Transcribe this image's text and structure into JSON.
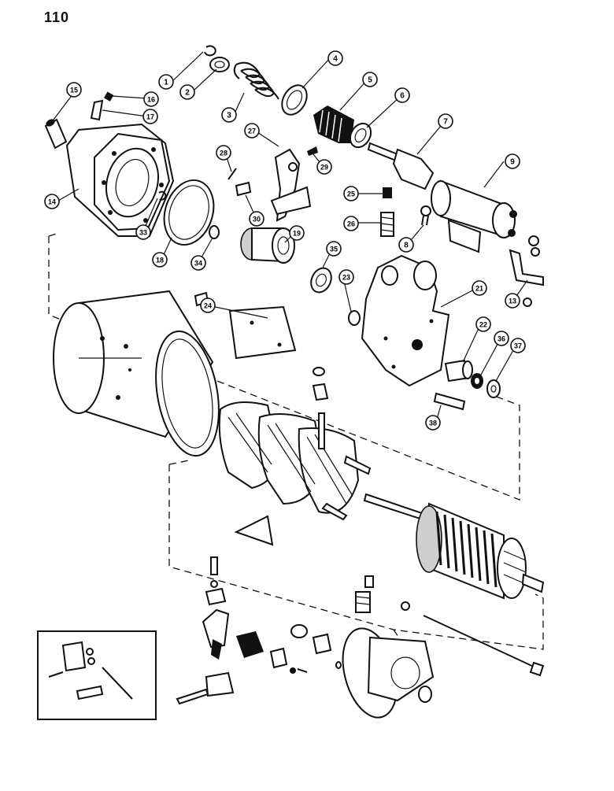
{
  "page": {
    "number": "110"
  },
  "callouts": [
    {
      "id": "c1",
      "label": "1"
    },
    {
      "id": "c2",
      "label": "2"
    },
    {
      "id": "c3",
      "label": "3"
    },
    {
      "id": "c4",
      "label": "4"
    },
    {
      "id": "c5",
      "label": "5"
    },
    {
      "id": "c6",
      "label": "6"
    },
    {
      "id": "c7",
      "label": "7"
    },
    {
      "id": "c8",
      "label": "8"
    },
    {
      "id": "c9",
      "label": "9"
    },
    {
      "id": "c13",
      "label": "13"
    },
    {
      "id": "c14",
      "label": "14"
    },
    {
      "id": "c15",
      "label": "15"
    },
    {
      "id": "c16",
      "label": "16"
    },
    {
      "id": "c17",
      "label": "17"
    },
    {
      "id": "c18",
      "label": "18"
    },
    {
      "id": "c19",
      "label": "19"
    },
    {
      "id": "c21",
      "label": "21"
    },
    {
      "id": "c22",
      "label": "22"
    },
    {
      "id": "c23",
      "label": "23"
    },
    {
      "id": "c24",
      "label": "24"
    },
    {
      "id": "c25",
      "label": "25"
    },
    {
      "id": "c26",
      "label": "26"
    },
    {
      "id": "c27",
      "label": "27"
    },
    {
      "id": "c28",
      "label": "28"
    },
    {
      "id": "c29",
      "label": "29"
    },
    {
      "id": "c30",
      "label": "30"
    },
    {
      "id": "c33",
      "label": "33"
    },
    {
      "id": "c34",
      "label": "34"
    },
    {
      "id": "c35",
      "label": "35"
    },
    {
      "id": "c36",
      "label": "36"
    },
    {
      "id": "c37",
      "label": "37"
    },
    {
      "id": "c38",
      "label": "38"
    }
  ],
  "symbols": {
    "reference_triangle": "triangle-symbol"
  },
  "colors": {
    "line": "#111111",
    "background": "#ffffff"
  }
}
